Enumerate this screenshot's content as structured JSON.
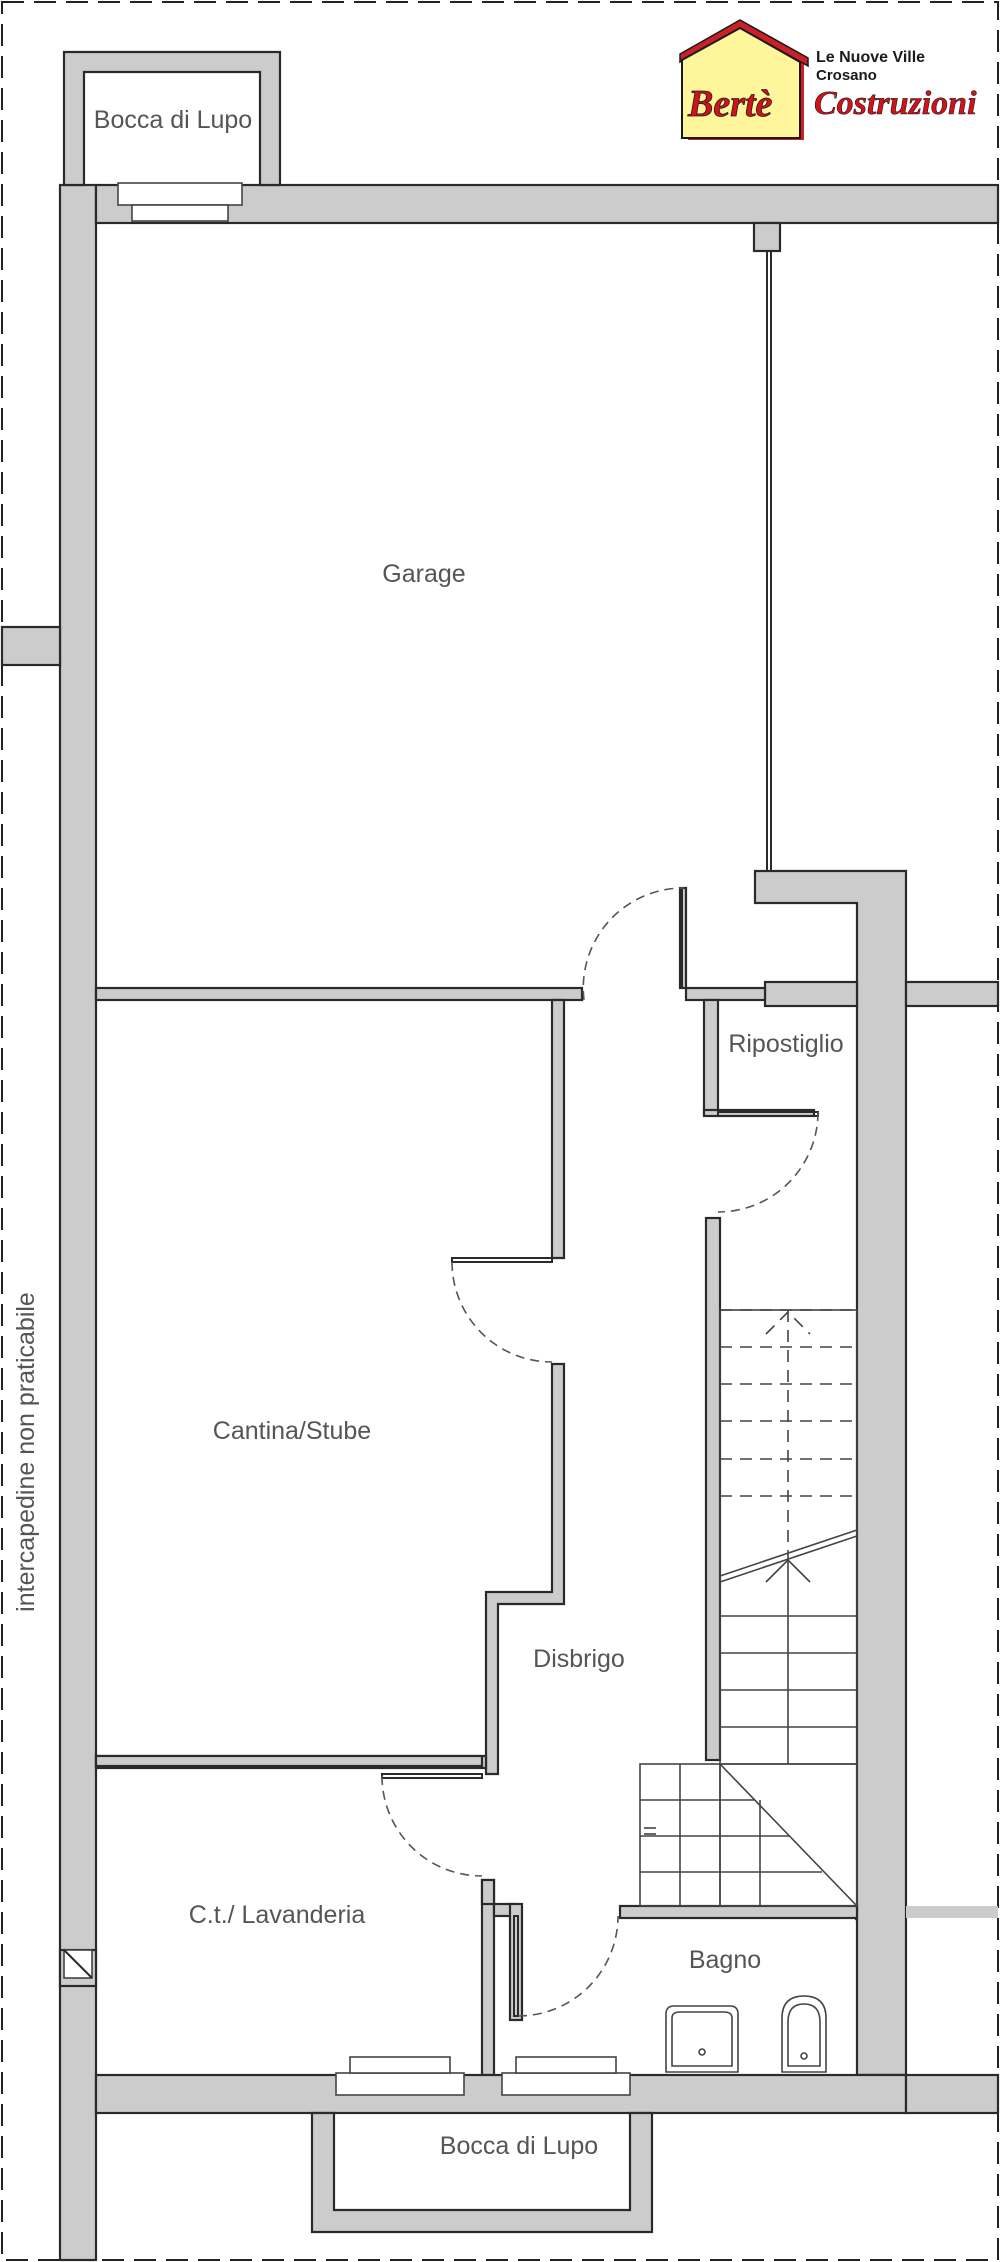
{
  "logo": {
    "line1": "Le Nuove Ville",
    "line2": "Crosano",
    "brand": "Bertè",
    "tagline": "Costruzioni",
    "colors": {
      "roof": "#cc2027",
      "body": "#fff59a",
      "brand_text": "#d0121b",
      "dark": "#1a1a1a"
    }
  },
  "rooms": {
    "bocca_top": "Bocca di Lupo",
    "garage": "Garage",
    "ripostiglio": "Ripostiglio",
    "cantina": "Cantina/Stube",
    "disbrigo": "Disbrigo",
    "lavanderia": "C.t./ Lavanderia",
    "bagno": "Bagno",
    "bocca_bottom": "Bocca di Lupo"
  },
  "side_note": "intercapedine non praticabile",
  "colors": {
    "wall_fill": "#cccccc",
    "wall_stroke": "#2a2a2a",
    "label": "#555555"
  }
}
